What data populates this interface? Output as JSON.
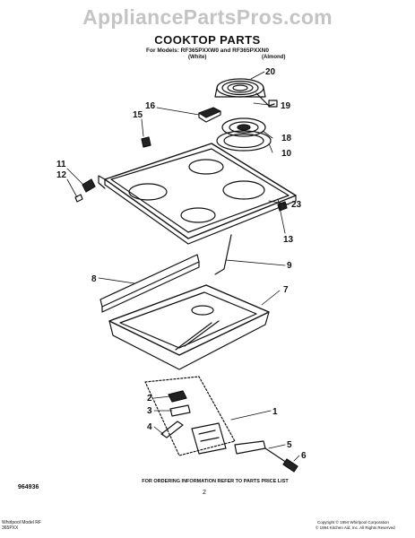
{
  "header": {
    "watermark": "AppliancePartsPros.com",
    "title": "COOKTOP PARTS",
    "models": "For Models: RF365PXXW0 and RF365PXXN0",
    "variant_white": "(White)",
    "variant_almond": "(Almond)"
  },
  "callouts": [
    {
      "id": "20",
      "label": "20"
    },
    {
      "id": "16",
      "label": "16"
    },
    {
      "id": "19",
      "label": "19"
    },
    {
      "id": "15",
      "label": "15"
    },
    {
      "id": "18",
      "label": "18"
    },
    {
      "id": "10",
      "label": "10"
    },
    {
      "id": "11",
      "label": "11"
    },
    {
      "id": "12",
      "label": "12"
    },
    {
      "id": "23",
      "label": "23"
    },
    {
      "id": "13",
      "label": "13"
    },
    {
      "id": "9",
      "label": "9"
    },
    {
      "id": "8",
      "label": "8"
    },
    {
      "id": "7",
      "label": "7"
    },
    {
      "id": "1",
      "label": "1"
    },
    {
      "id": "2",
      "label": "2"
    },
    {
      "id": "3",
      "label": "3"
    },
    {
      "id": "4",
      "label": "4"
    },
    {
      "id": "5",
      "label": "5"
    },
    {
      "id": "6",
      "label": "6"
    }
  ],
  "footer": {
    "doc_number": "964936",
    "ordering_info": "FOR ORDERING INFORMATION REFER TO PARTS PRICE LIST",
    "page_number": "2",
    "bottom_left_line1": "Whirlpool Model RF",
    "bottom_left_line2": "365PXX",
    "copyright_line1": "Copyright © 1994 Whirlpool Corporation",
    "copyright_line2": "© 1994 Kitchen Aid, Inc. All Rights Reserved"
  }
}
